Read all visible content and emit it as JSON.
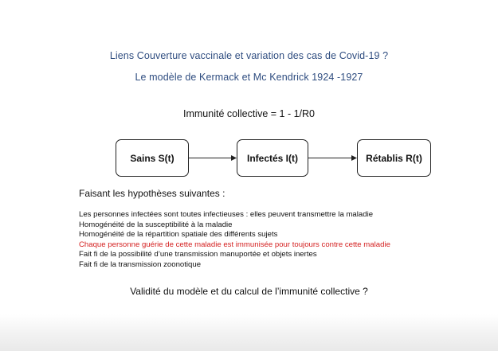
{
  "titles": {
    "line1": "Liens Couverture vaccinale et variation des cas de Covid-19 ?",
    "line2": "Le modèle de Kermack et Mc Kendrick 1924 -1927"
  },
  "formula": "Immunité collective = 1 - 1/R0",
  "diagram": {
    "box_s": "Sains S(t)",
    "box_i": "Infectés I(t)",
    "box_r": "Rétablis R(t)"
  },
  "hypotheses": {
    "intro": "Faisant les hypothèses suivantes :",
    "items": [
      "Les personnes infectées sont toutes infectieuses : elles peuvent transmettre la maladie",
      "Homogénéité de la susceptibilité à la maladie",
      "Homogénéité de la répartition spatiale des différents sujets",
      "Chaque personne guérie de cette maladie est immunisée pour toujours contre cette maladie",
      "Fait fi de la possibilité d’une transmission manuportée et objets inertes",
      "Fait fi de la transmission zoonotique"
    ],
    "highlight_color": "#d42020"
  },
  "question": "Validité du modèle et du calcul de l’immunité collective ?",
  "colors": {
    "title": "#2f4d80",
    "text": "#111111",
    "highlight": "#d42020"
  }
}
